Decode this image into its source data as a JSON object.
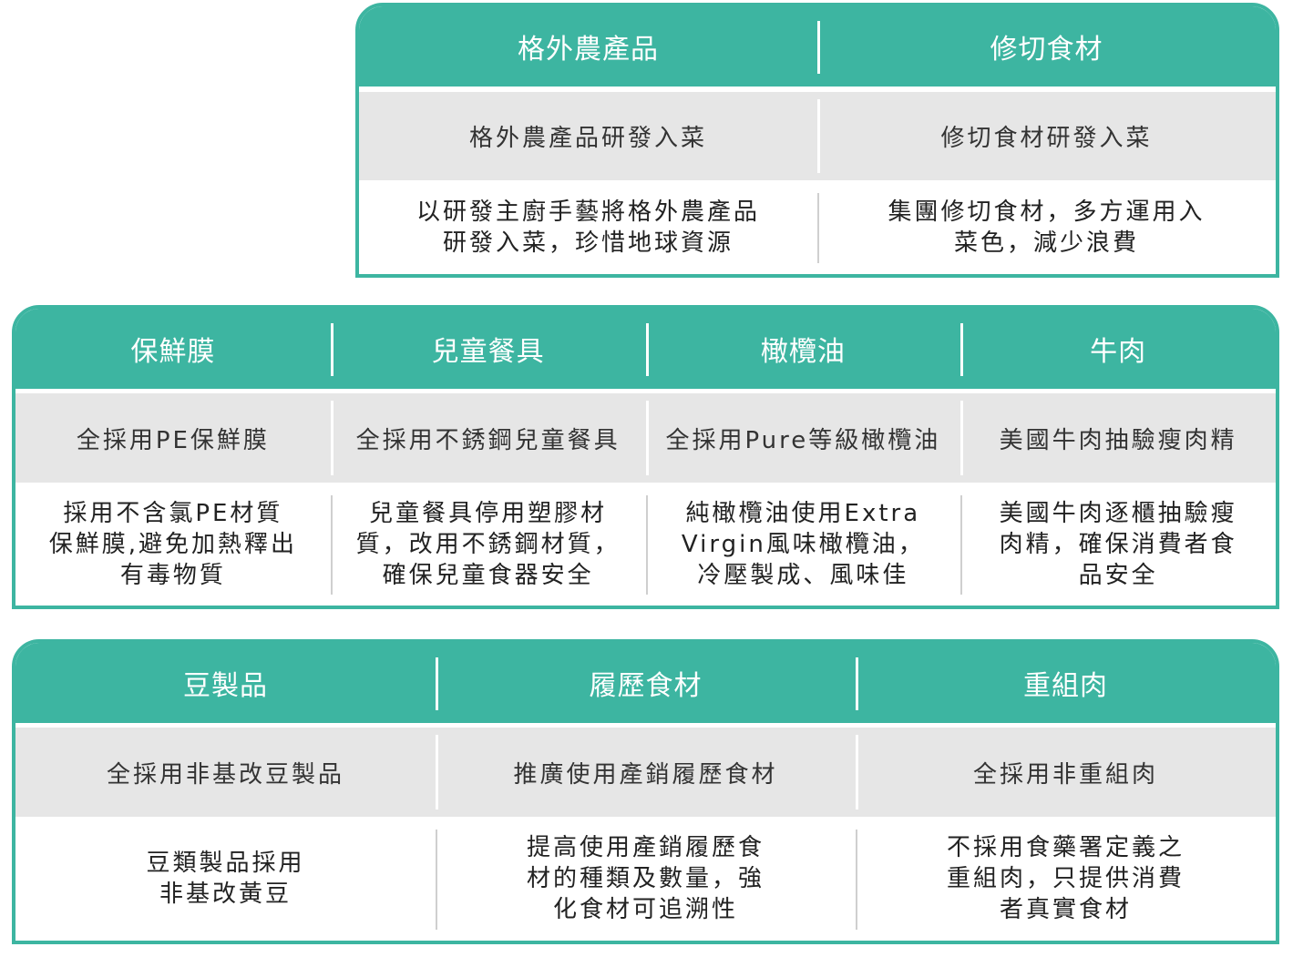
{
  "colors": {
    "accent": "#3db5a1",
    "sub_bg": "#e6e6e6",
    "divider": "#cfcfcf"
  },
  "panels": [
    {
      "columns": [
        {
          "header": "格外農產品",
          "subtitle": "格外農產品研發入菜",
          "description": "以研發主廚手藝將格外農產品\n研發入菜，珍惜地球資源"
        },
        {
          "header": "修切食材",
          "subtitle": "修切食材研發入菜",
          "description": "集團修切食材，多方運用入\n菜色，減少浪費"
        }
      ]
    },
    {
      "columns": [
        {
          "header": "保鮮膜",
          "subtitle": "全採用PE保鮮膜",
          "description": "採用不含氯PE材質\n保鮮膜,避免加熱釋出\n有毒物質"
        },
        {
          "header": "兒童餐具",
          "subtitle": "全採用不銹鋼兒童餐具",
          "description": "兒童餐具停用塑膠材\n質，改用不銹鋼材質，\n確保兒童食器安全"
        },
        {
          "header": "橄欖油",
          "subtitle": "全採用Pure等級橄欖油",
          "description": "純橄欖油使用Extra\nVirgin風味橄欖油，\n冷壓製成、風味佳"
        },
        {
          "header": "牛肉",
          "subtitle": "美國牛肉抽驗瘦肉精",
          "description": "美國牛肉逐櫃抽驗瘦\n肉精，確保消費者食\n品安全"
        }
      ]
    },
    {
      "columns": [
        {
          "header": "豆製品",
          "subtitle": "全採用非基改豆製品",
          "description": "豆類製品採用\n非基改黃豆"
        },
        {
          "header": "履歷食材",
          "subtitle": "推廣使用產銷履歷食材",
          "description": "提高使用產銷履歷食\n材的種類及數量，強\n化食材可追溯性"
        },
        {
          "header": "重組肉",
          "subtitle": "全採用非重組肉",
          "description": "不採用食藥署定義之\n重組肉，只提供消費\n者真實食材"
        }
      ]
    }
  ]
}
